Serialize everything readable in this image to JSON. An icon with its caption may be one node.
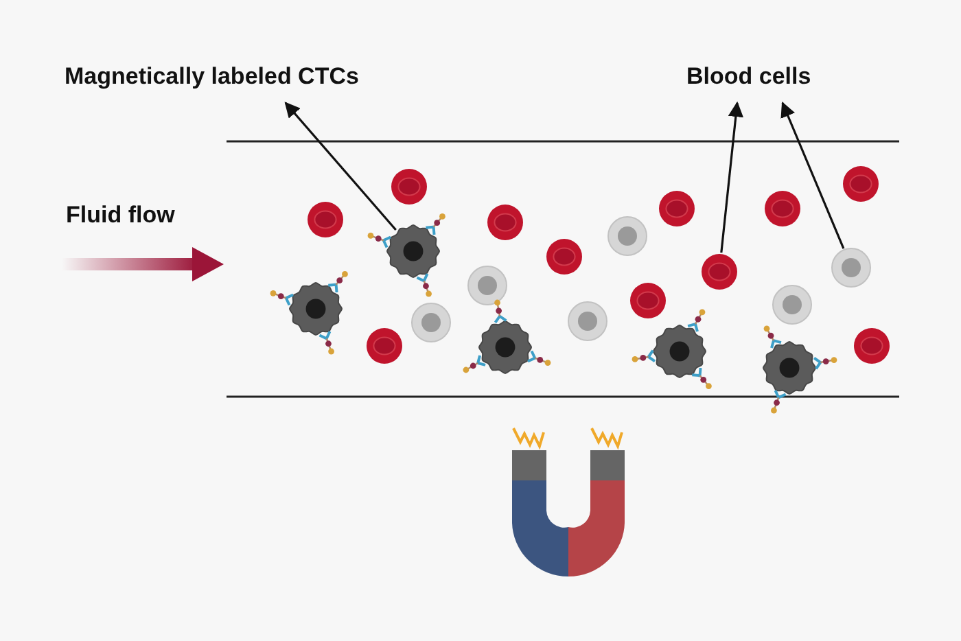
{
  "diagram": {
    "nodes": [
      {
        "text": [
          "Magnetically labeled CTCs"
        ]
      },
      {
        "text": [
          "Blood cells"
        ]
      },
      {
        "text": [],
        "shape": "picture"
      },
      {
        "text": [],
        "shape": "picture"
      },
      {
        "text": [],
        "shape": "picture"
      }
    ],
    "edges": [
      {
        "from": 2,
        "to": 0,
        "arrow": "to"
      },
      {
        "from": 3,
        "to": 1,
        "arrow": "to"
      },
      {
        "from": 4,
        "to": 1,
        "arrow": "to"
      }
    ],
    "labels": [
      "Fluid flow"
    ]
  }
}
